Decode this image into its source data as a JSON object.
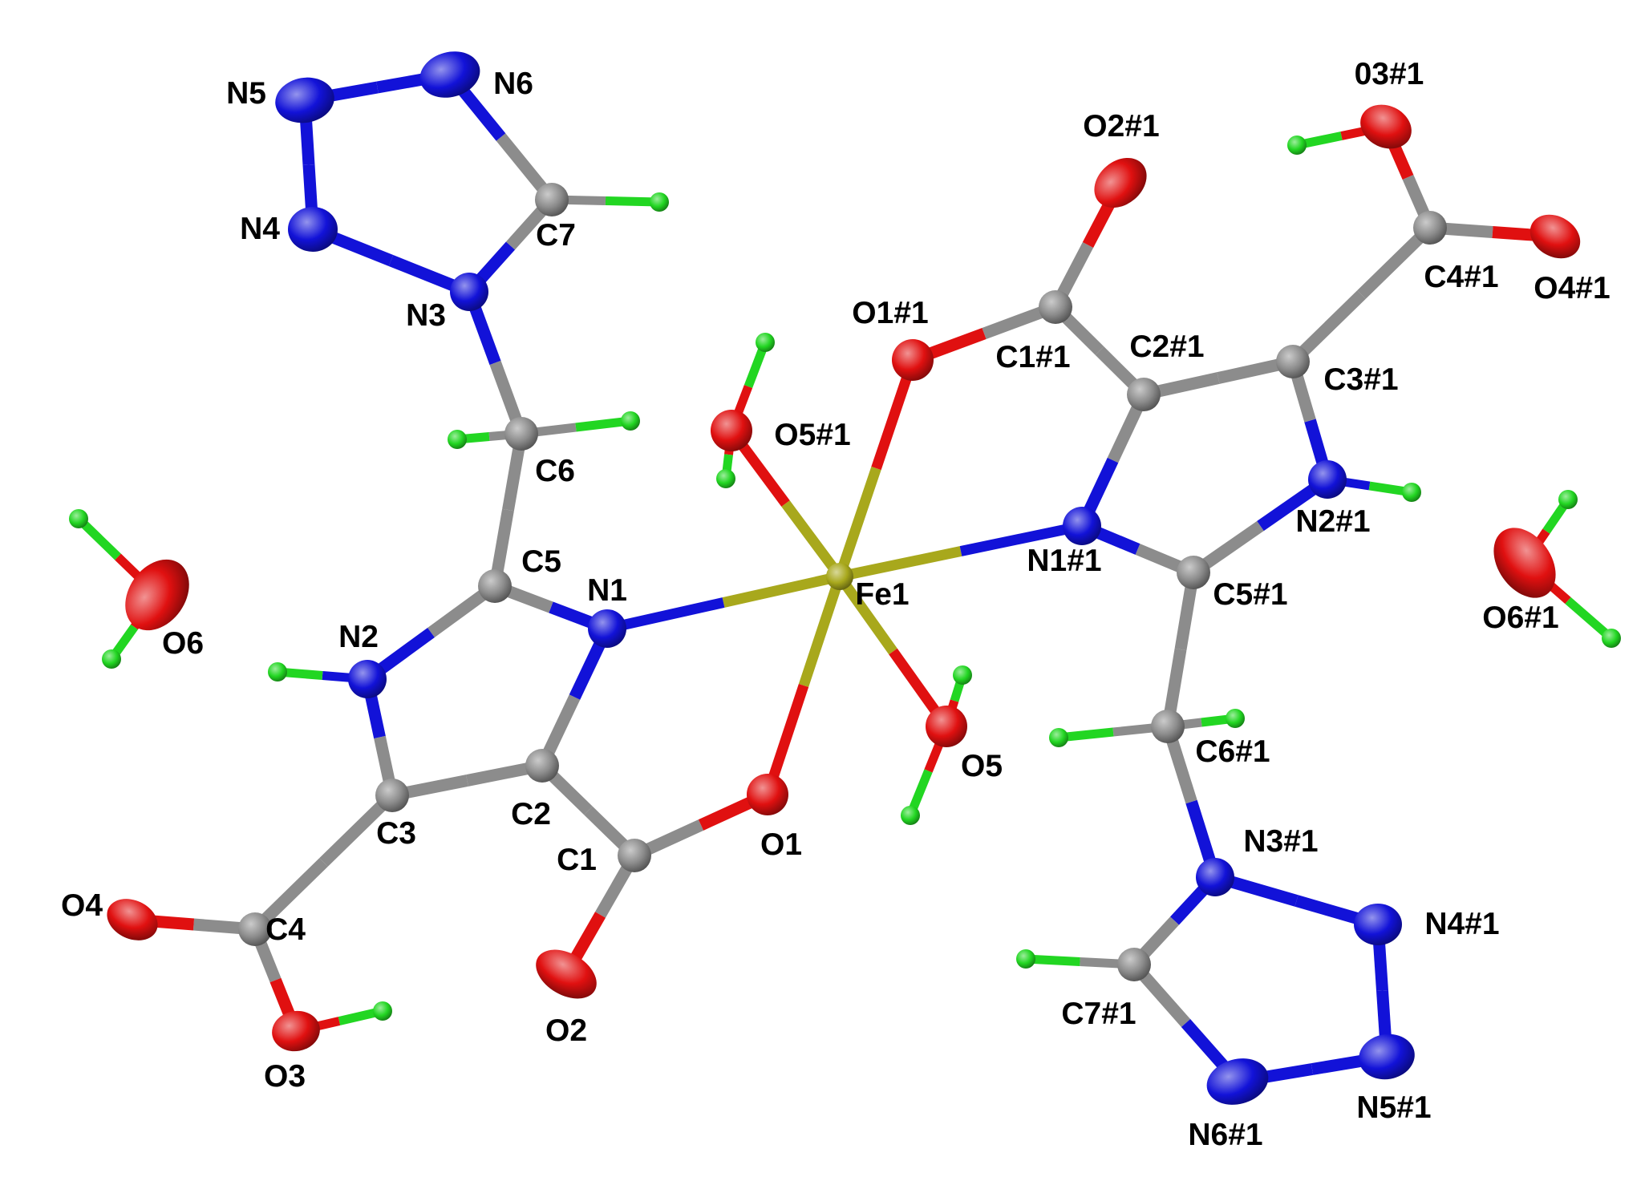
{
  "colors": {
    "carbon": "#8c8c8c",
    "nitrogen": "#1212d8",
    "oxygen": "#e01010",
    "hydrogen": "#22d622",
    "iron": "#a8a81c",
    "text": "#000000"
  },
  "atoms": {
    "Fe1": {
      "el": "Fe",
      "label": "Fe1"
    },
    "N1": {
      "el": "N",
      "label": "N1"
    },
    "N2": {
      "el": "N",
      "label": "N2"
    },
    "N3": {
      "el": "N",
      "label": "N3"
    },
    "N4": {
      "el": "N",
      "label": "N4"
    },
    "N5": {
      "el": "N",
      "label": "N5"
    },
    "N6": {
      "el": "N",
      "label": "N6"
    },
    "C1": {
      "el": "C",
      "label": "C1"
    },
    "C2": {
      "el": "C",
      "label": "C2"
    },
    "C3": {
      "el": "C",
      "label": "C3"
    },
    "C4": {
      "el": "C",
      "label": "C4"
    },
    "C5": {
      "el": "C",
      "label": "C5"
    },
    "C6": {
      "el": "C",
      "label": "C6"
    },
    "C7": {
      "el": "C",
      "label": "C7"
    },
    "O1": {
      "el": "O",
      "label": "O1"
    },
    "O2": {
      "el": "O",
      "label": "O2"
    },
    "O3": {
      "el": "O",
      "label": "O3"
    },
    "O4": {
      "el": "O",
      "label": "O4"
    },
    "O5": {
      "el": "O",
      "label": "O5"
    },
    "O6": {
      "el": "O",
      "label": "O6"
    },
    "N1#1": {
      "el": "N",
      "label": "N1#1"
    },
    "N2#1": {
      "el": "N",
      "label": "N2#1"
    },
    "N3#1": {
      "el": "N",
      "label": "N3#1"
    },
    "N4#1": {
      "el": "N",
      "label": "N4#1"
    },
    "N5#1": {
      "el": "N",
      "label": "N5#1"
    },
    "N6#1": {
      "el": "N",
      "label": "N6#1"
    },
    "C1#1": {
      "el": "C",
      "label": "C1#1"
    },
    "C2#1": {
      "el": "C",
      "label": "C2#1"
    },
    "C3#1": {
      "el": "C",
      "label": "C3#1"
    },
    "C4#1": {
      "el": "C",
      "label": "C4#1"
    },
    "C5#1": {
      "el": "C",
      "label": "C5#1"
    },
    "C6#1": {
      "el": "C",
      "label": "C6#1"
    },
    "C7#1": {
      "el": "C",
      "label": "C7#1"
    },
    "O1#1": {
      "el": "O",
      "label": "O1#1"
    },
    "O2#1": {
      "el": "O",
      "label": "O2#1"
    },
    "O3#1": {
      "el": "O",
      "label": "03#1"
    },
    "O4#1": {
      "el": "O",
      "label": "O4#1"
    },
    "O5#1": {
      "el": "O",
      "label": "O5#1"
    },
    "O6#1": {
      "el": "O",
      "label": "O6#1"
    },
    "H7": {
      "el": "H",
      "label": ""
    },
    "H6a": {
      "el": "H",
      "label": ""
    },
    "H6b": {
      "el": "H",
      "label": ""
    },
    "H2": {
      "el": "H",
      "label": ""
    },
    "H3": {
      "el": "H",
      "label": ""
    },
    "H5a": {
      "el": "H",
      "label": ""
    },
    "H5b": {
      "el": "H",
      "label": ""
    },
    "H6wa": {
      "el": "H",
      "label": ""
    },
    "H6wb": {
      "el": "H",
      "label": ""
    },
    "H7#1": {
      "el": "H",
      "label": ""
    },
    "H6a#1": {
      "el": "H",
      "label": ""
    },
    "H6b#1": {
      "el": "H",
      "label": ""
    },
    "H2#1": {
      "el": "H",
      "label": ""
    },
    "H3#1": {
      "el": "H",
      "label": ""
    },
    "H5a#1": {
      "el": "H",
      "label": ""
    },
    "H5b#1": {
      "el": "H",
      "label": ""
    },
    "H6wa#1": {
      "el": "H",
      "label": ""
    },
    "H6wb#1": {
      "el": "H",
      "label": ""
    }
  },
  "bonds": [
    [
      "N5",
      "N6"
    ],
    [
      "N5",
      "N4"
    ],
    [
      "N4",
      "N3"
    ],
    [
      "N3",
      "C7"
    ],
    [
      "C7",
      "N6"
    ],
    [
      "C7",
      "H7"
    ],
    [
      "N3",
      "C6"
    ],
    [
      "C6",
      "H6a"
    ],
    [
      "C6",
      "H6b"
    ],
    [
      "C6",
      "C5"
    ],
    [
      "C5",
      "N1"
    ],
    [
      "C5",
      "N2"
    ],
    [
      "N2",
      "H2"
    ],
    [
      "N2",
      "C3"
    ],
    [
      "C3",
      "C2"
    ],
    [
      "C2",
      "N1"
    ],
    [
      "C2",
      "C1"
    ],
    [
      "C1",
      "O1"
    ],
    [
      "C1",
      "O2"
    ],
    [
      "C3",
      "C4"
    ],
    [
      "C4",
      "O4"
    ],
    [
      "C4",
      "O3"
    ],
    [
      "O3",
      "H3"
    ],
    [
      "O5",
      "H5a"
    ],
    [
      "O5",
      "H5b"
    ],
    [
      "O6",
      "H6wa"
    ],
    [
      "O6",
      "H6wb"
    ],
    [
      "Fe1",
      "N1"
    ],
    [
      "Fe1",
      "O1"
    ],
    [
      "Fe1",
      "O5"
    ],
    [
      "Fe1",
      "N1#1"
    ],
    [
      "Fe1",
      "O1#1"
    ],
    [
      "Fe1",
      "O5#1"
    ],
    [
      "N5#1",
      "N6#1"
    ],
    [
      "N5#1",
      "N4#1"
    ],
    [
      "N4#1",
      "N3#1"
    ],
    [
      "N3#1",
      "C7#1"
    ],
    [
      "C7#1",
      "N6#1"
    ],
    [
      "C7#1",
      "H7#1"
    ],
    [
      "N3#1",
      "C6#1"
    ],
    [
      "C6#1",
      "H6a#1"
    ],
    [
      "C6#1",
      "H6b#1"
    ],
    [
      "C6#1",
      "C5#1"
    ],
    [
      "C5#1",
      "N1#1"
    ],
    [
      "C5#1",
      "N2#1"
    ],
    [
      "N2#1",
      "H2#1"
    ],
    [
      "N2#1",
      "C3#1"
    ],
    [
      "C3#1",
      "C2#1"
    ],
    [
      "C2#1",
      "N1#1"
    ],
    [
      "C2#1",
      "C1#1"
    ],
    [
      "C1#1",
      "O1#1"
    ],
    [
      "C1#1",
      "O2#1"
    ],
    [
      "C3#1",
      "C4#1"
    ],
    [
      "C4#1",
      "O4#1"
    ],
    [
      "C4#1",
      "O3#1"
    ],
    [
      "O3#1",
      "H3#1"
    ],
    [
      "O5#1",
      "H5a#1"
    ],
    [
      "O5#1",
      "H5b#1"
    ],
    [
      "O6#1",
      "H6wa#1"
    ],
    [
      "O6#1",
      "H6wb#1"
    ]
  ]
}
